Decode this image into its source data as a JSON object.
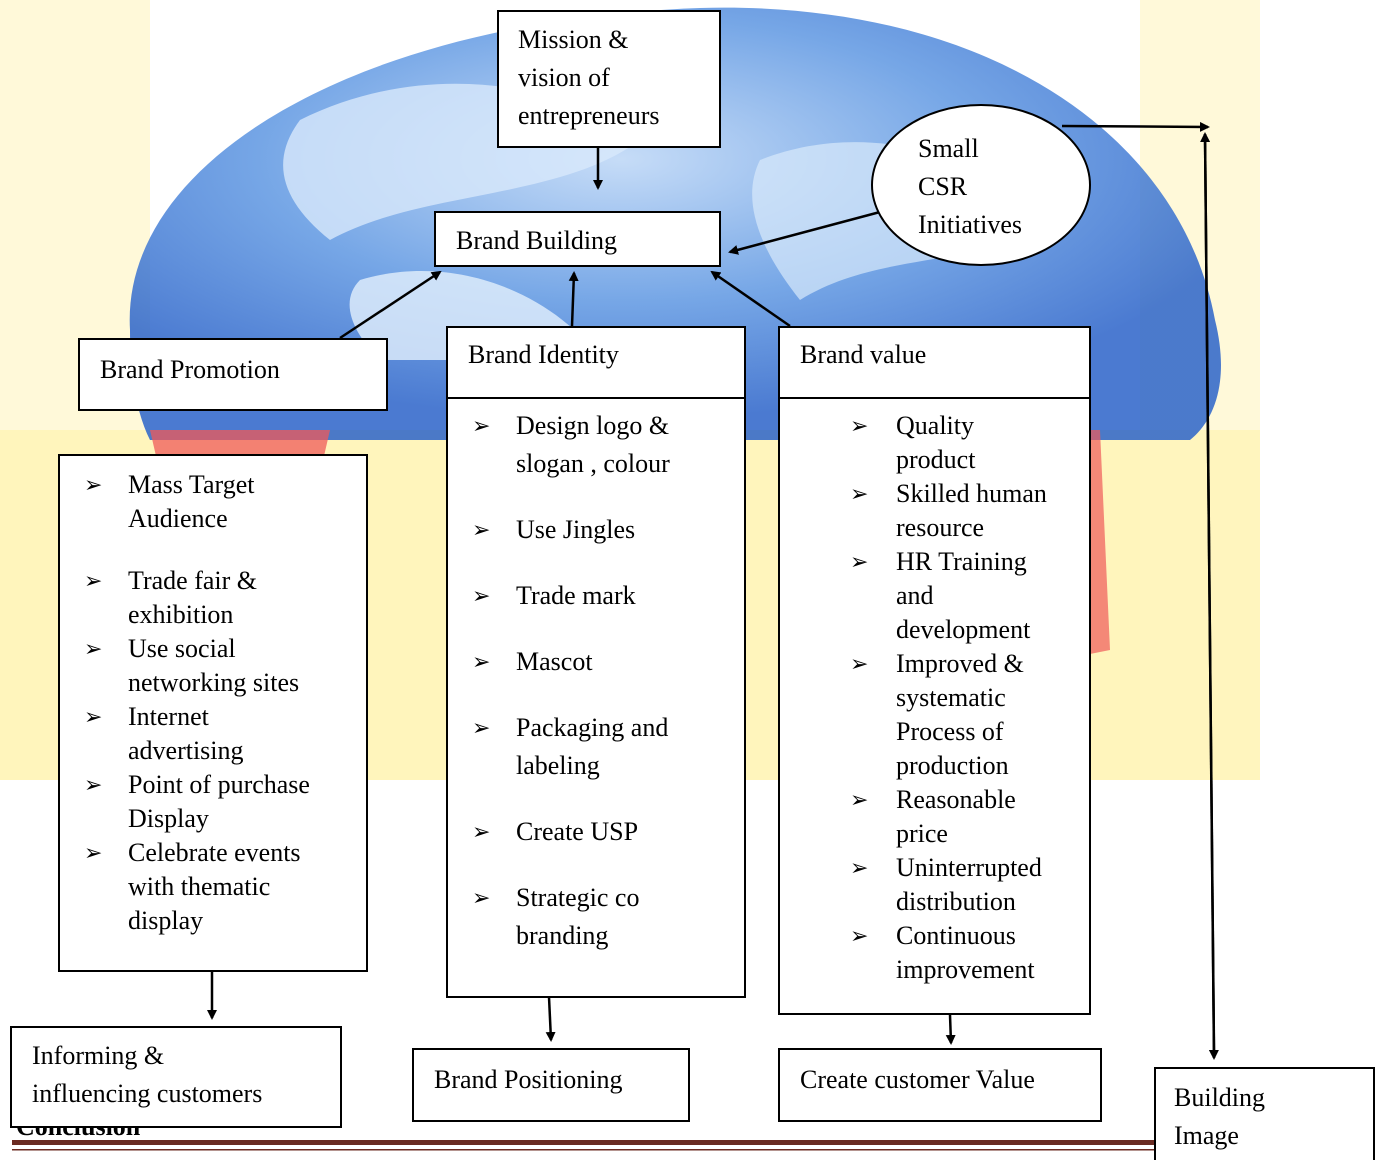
{
  "nodes": {
    "mission": "Mission & vision of entrepreneurs",
    "mission_lines": [
      "Mission &",
      "vision of",
      "entrepreneurs"
    ],
    "csr_lines": [
      "Small",
      "CSR",
      "Initiatives"
    ],
    "brand_building": "Brand Building",
    "brand_promotion": "Brand Promotion",
    "brand_identity": "Brand Identity",
    "brand_value": "Brand value",
    "informing_lines": [
      "Informing &",
      "influencing customers"
    ],
    "brand_positioning": "Brand Positioning",
    "create_customer_value": "Create customer Value",
    "building_image_lines": [
      "Building",
      "Image"
    ],
    "conclusion": "Conclusion"
  },
  "lists": {
    "promotion": [
      [
        "Mass Target",
        "Audience"
      ],
      [
        "Trade fair &",
        "exhibition"
      ],
      [
        "Use social",
        "networking sites"
      ],
      [
        "Internet",
        "advertising"
      ],
      [
        "Point of purchase",
        "Display"
      ],
      [
        "Celebrate events",
        "with thematic",
        "display"
      ]
    ],
    "identity": [
      [
        "Design  logo &",
        "slogan , colour"
      ],
      [
        "Use  Jingles"
      ],
      [
        "Trade mark"
      ],
      [
        "Mascot"
      ],
      [
        "Packaging and",
        "labeling"
      ],
      [
        "Create USP"
      ],
      [
        "Strategic co",
        "branding"
      ]
    ],
    "value": [
      [
        "Quality",
        "product"
      ],
      [
        "Skilled human",
        "resource"
      ],
      [
        "HR Training",
        "and",
        "development"
      ],
      [
        "Improved &",
        "systematic",
        "Process of",
        "production"
      ],
      [
        "Reasonable",
        "price"
      ],
      [
        "Uninterrupted",
        "distribution"
      ],
      [
        "Continuous",
        "improvement"
      ]
    ]
  },
  "bullet_symbol": "➢",
  "colors": {
    "globe_blue": "#2f6fd0",
    "watermark_red": "#e8383c",
    "watermark_yellow": "#ffd400",
    "footer_line": "#6b2b22"
  }
}
